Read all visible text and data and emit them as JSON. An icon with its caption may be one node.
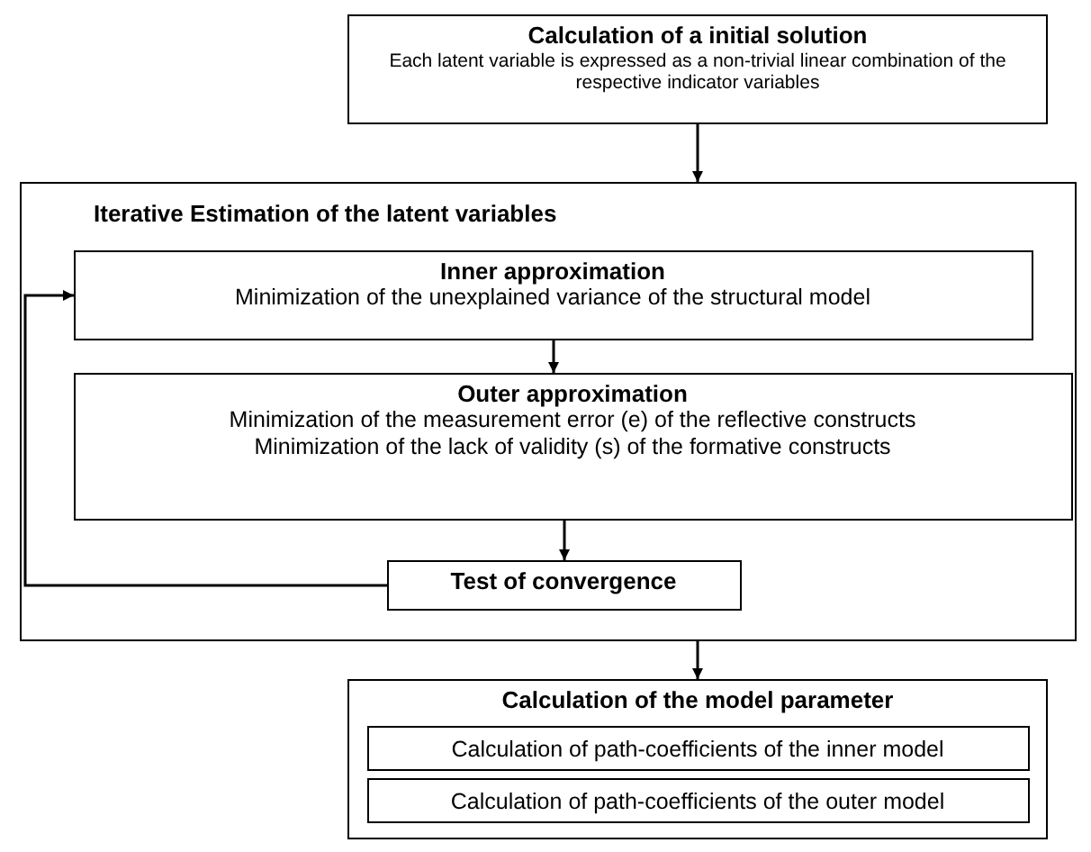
{
  "diagram": {
    "nodes": [
      {
        "text": [
          "Calculation of a initial solution",
          "Each latent variable is expressed as a non-trivial linear combination of the respective indicator variables"
        ]
      },
      {
        "text": [
          "Iterative Estimation of the latent variables"
        ]
      },
      {
        "text": [
          "Inner approximation",
          "Minimization of the unexplained variance of the structural model"
        ],
        "in": 1
      },
      {
        "text": [
          "Outer approximation",
          "Minimization of the measurement error (e) of the reflective constructs",
          "Minimization of the lack of validity (s) of the formative constructs"
        ],
        "in": 1
      },
      {
        "text": [
          "Test of convergence"
        ],
        "in": 1
      },
      {
        "text": [
          "Calculation of the model parameter"
        ]
      },
      {
        "text": [
          "Calculation of path-coefficients of the inner model"
        ],
        "in": 5
      },
      {
        "text": [
          "Calculation of path-coefficients of the outer model"
        ],
        "in": 5
      }
    ],
    "edges": [
      {
        "from": 0,
        "to": 1,
        "arrow": "to"
      },
      {
        "from": 2,
        "to": 3,
        "arrow": "to"
      },
      {
        "from": 3,
        "to": 4,
        "arrow": "to"
      },
      {
        "from": 4,
        "to": 2,
        "arrow": "to"
      },
      {
        "from": 1,
        "to": 5,
        "arrow": "to"
      }
    ]
  }
}
